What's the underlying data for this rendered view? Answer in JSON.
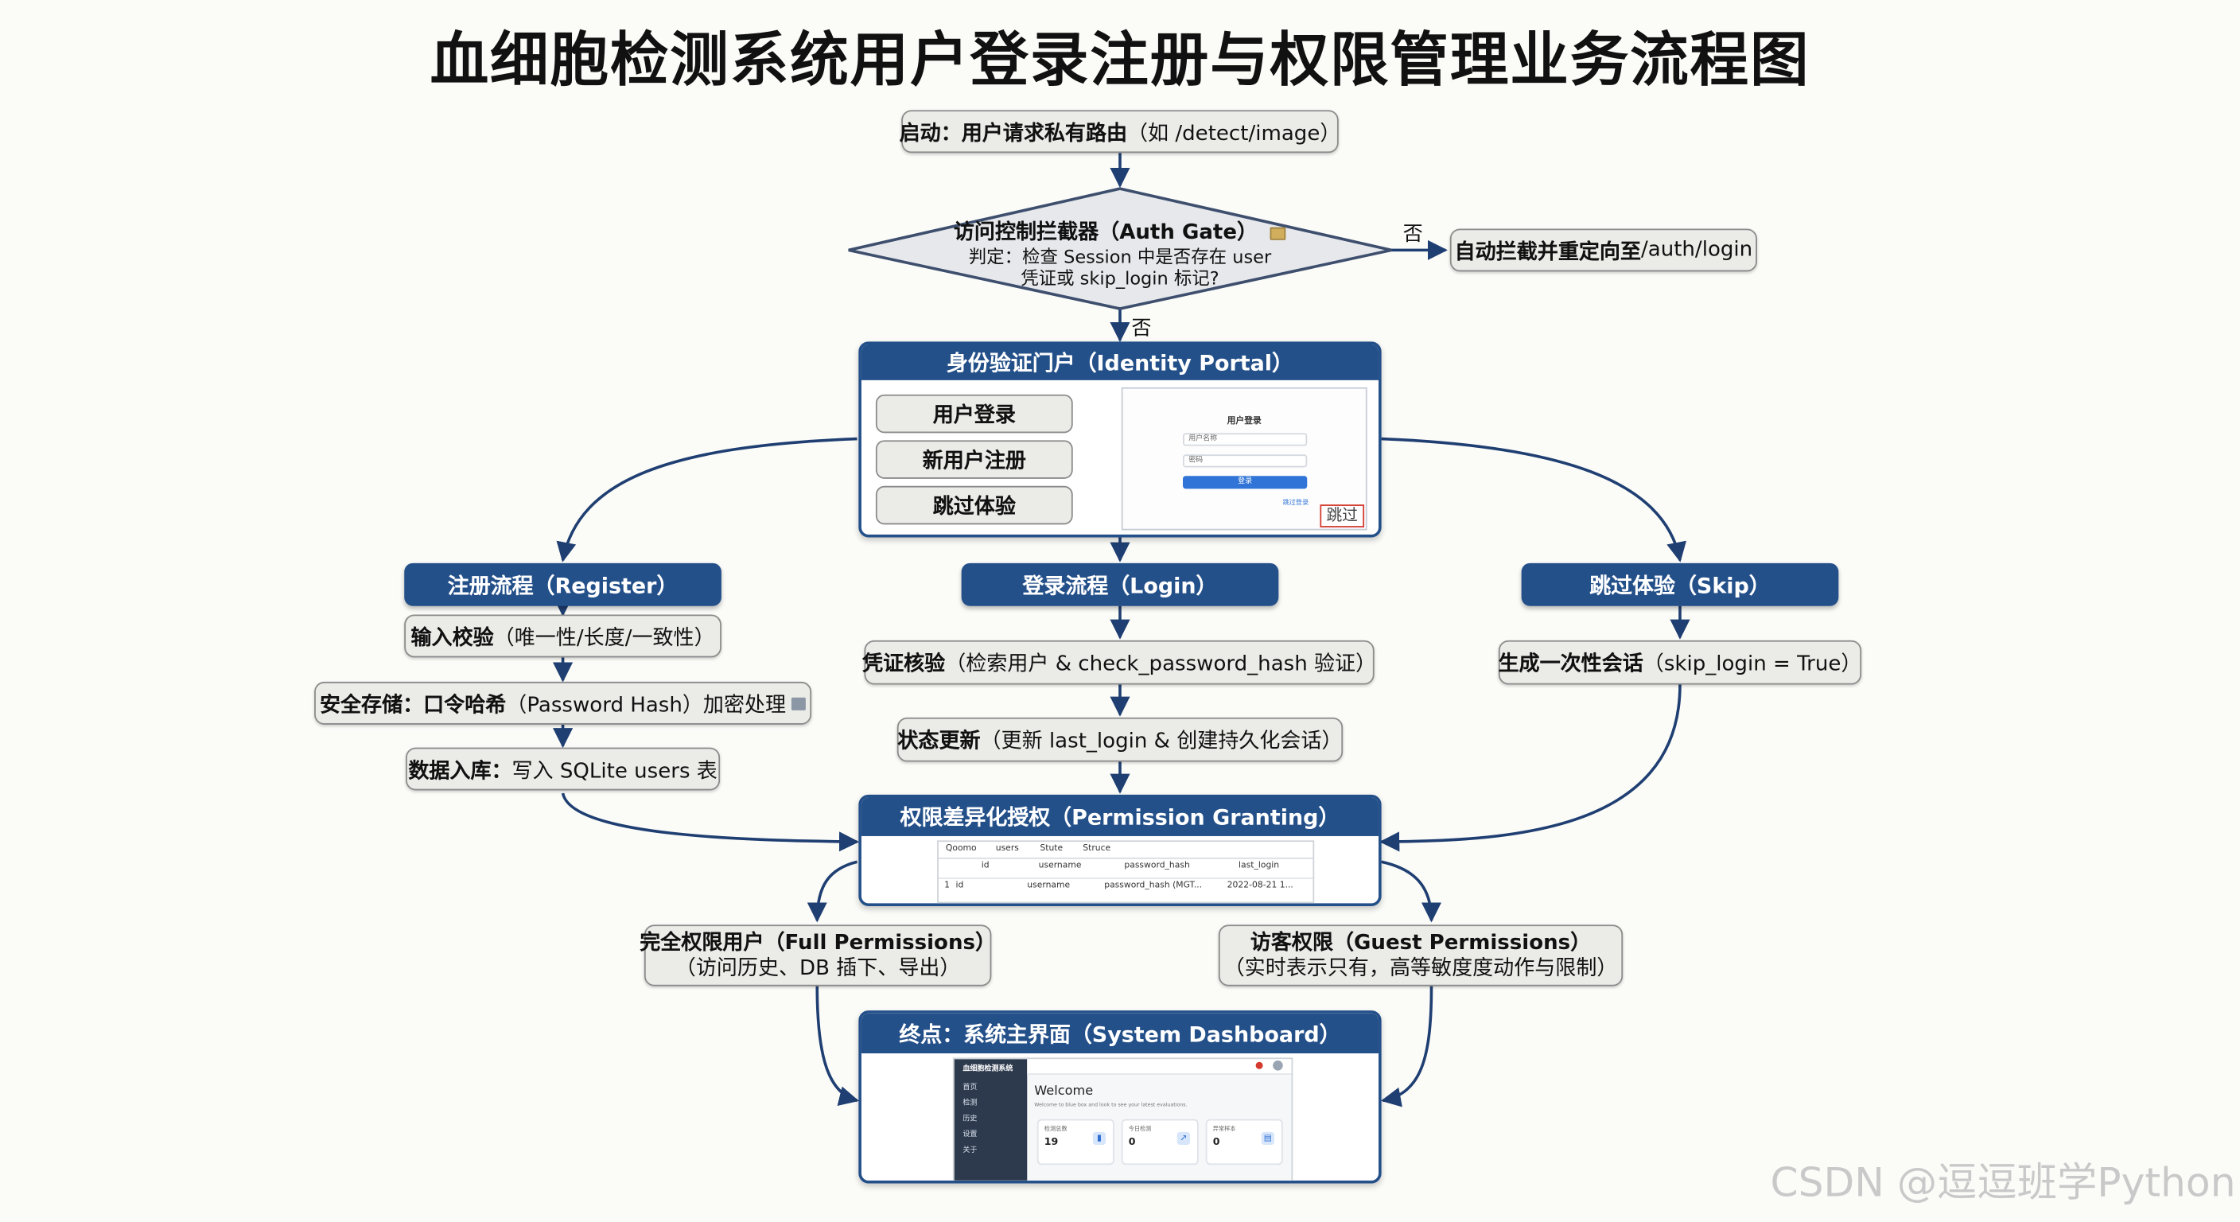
{
  "title": "血细胞检测系统用户登录注册与权限管理业务流程图",
  "start": {
    "bold": "启动：用户请求私有路由",
    "normal": "（如 /detect/image）"
  },
  "auth_gate": {
    "title": "访问控制拦截器（Auth Gate）",
    "line1": "判定：检查 Session 中是否存在 user",
    "line2": "凭证或 skip_login 标记?",
    "icon": "lock-icon"
  },
  "edge_labels": {
    "right": "否",
    "down": "否"
  },
  "redirect": {
    "bold": "自动拦截并重定向至",
    "normal": " /auth/login"
  },
  "portal": {
    "title": "身份验证门户（Identity Portal）",
    "buttons": [
      "用户登录",
      "新用户注册",
      "跳过体验"
    ],
    "preview": {
      "heading": "用户登录",
      "username": "用户名称",
      "password": "密码",
      "submit": "登录",
      "link": "跳过登录",
      "skip": "跳过"
    }
  },
  "register": {
    "header": "注册流程（Register）",
    "step1": {
      "bold": "输入校验",
      "normal": "（唯一性/长度/一致性）"
    },
    "step2": {
      "bold": "安全存储：口令哈希",
      "normal": "（Password Hash）加密处理",
      "icon": "lock-icon"
    },
    "step3": {
      "bold": "数据入库：",
      "normal": "写入 SQLite users 表"
    }
  },
  "login": {
    "header": "登录流程（Login）",
    "step1": {
      "bold": "凭证核验",
      "normal": "（检索用户 & check_password_hash 验证）"
    },
    "step2": {
      "bold": "状态更新",
      "normal": "（更新 last_login & 创建持久化会话）"
    }
  },
  "skip": {
    "header": "跳过体验（Skip）",
    "step1": {
      "bold": "生成一次性会话",
      "normal": "（skip_login = True）"
    }
  },
  "permission": {
    "title": "权限差异化授权（Permission Granting）",
    "tabs": [
      "Qoomo",
      "users",
      "Stute",
      "Struce"
    ],
    "columns": [
      "",
      "id",
      "username",
      "password_hash",
      "last_login"
    ],
    "row": [
      "1",
      "id",
      "username",
      "password_hash (MGT...",
      "2022-08-21 1..."
    ]
  },
  "full": {
    "line1": "完全权限用户（Full Permissions）",
    "line2": "（访问历史、DB 插下、导出）"
  },
  "guest": {
    "line1": "访客权限（Guest Permissions）",
    "line2": "（实时表示只有，高等敏度度动作与限制）"
  },
  "dashboard": {
    "title": "终点：系统主界面（System Dashboard）",
    "brand": "血细胞检测系统",
    "welcome": "Welcome",
    "welcome_sub": "Welcome to blue box and look to see your latest evaluations.",
    "menu": [
      "首页",
      "检测",
      "历史",
      "设置",
      "关于"
    ],
    "cards": [
      {
        "label": "检测总数",
        "value": "19"
      },
      {
        "label": "今日检测",
        "value": "0"
      },
      {
        "label": "异常样本",
        "value": "0"
      }
    ]
  },
  "watermark": "CSDN @逗逗班学Python",
  "colors": {
    "accent": "#24508a",
    "box_fill": "#ebebe8",
    "box_border": "#8b8b8b",
    "arrow": "#1f3f72",
    "highlight": "#d43a2f"
  }
}
